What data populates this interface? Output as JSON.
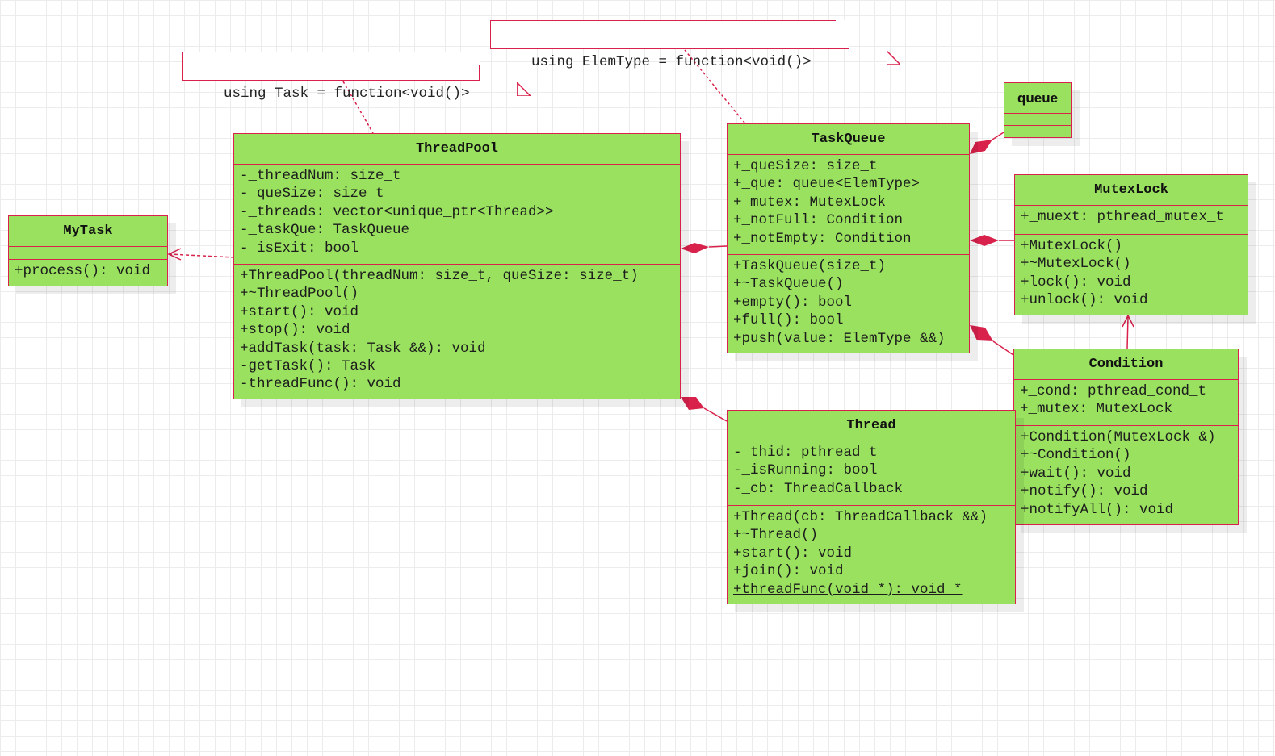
{
  "notes": {
    "task_alias": "using Task = function<void()>",
    "elem_alias": "using ElemType = function<void()>"
  },
  "classes": {
    "mytask": {
      "name": "MyTask",
      "attributes": [],
      "methods": [
        "+process(): void"
      ]
    },
    "threadpool": {
      "name": "ThreadPool",
      "attributes": [
        "-_threadNum: size_t",
        "-_queSize: size_t",
        "-_threads: vector<unique_ptr<Thread>>",
        "-_taskQue: TaskQueue",
        "-_isExit: bool"
      ],
      "methods": [
        "+ThreadPool(threadNum: size_t, queSize: size_t)",
        "+~ThreadPool()",
        "+start(): void",
        "+stop(): void",
        "+addTask(task: Task &&): void",
        "-getTask(): Task",
        "-threadFunc(): void"
      ]
    },
    "taskqueue": {
      "name": "TaskQueue",
      "attributes": [
        "+_queSize: size_t",
        "+_que: queue<ElemType>",
        "+_mutex: MutexLock",
        "+_notFull: Condition",
        "+_notEmpty: Condition"
      ],
      "methods": [
        "+TaskQueue(size_t)",
        "+~TaskQueue()",
        "+empty(): bool",
        "+full(): bool",
        "+push(value: ElemType &&)"
      ]
    },
    "queue": {
      "name": "queue",
      "attributes": [],
      "methods": []
    },
    "mutexlock": {
      "name": "MutexLock",
      "attributes": [
        "+_muext: pthread_mutex_t"
      ],
      "methods": [
        "+MutexLock()",
        "+~MutexLock()",
        "+lock(): void",
        "+unlock(): void"
      ]
    },
    "condition": {
      "name": "Condition",
      "attributes": [
        "+_cond: pthread_cond_t",
        "+_mutex: MutexLock"
      ],
      "methods": [
        "+Condition(MutexLock &)",
        "+~Condition()",
        "+wait(): void",
        "+notify(): void",
        "+notifyAll(): void"
      ]
    },
    "thread": {
      "name": "Thread",
      "attributes": [
        "-_thid: pthread_t",
        "-_isRunning: bool",
        "-_cb: ThreadCallback"
      ],
      "methods": [
        "+Thread(cb: ThreadCallback &&)",
        "+~Thread()",
        "+start(): void",
        "+join(): void",
        "+threadFunc(void *): void *"
      ],
      "static_methods": [
        4
      ]
    }
  },
  "relations": [
    {
      "from": "threadpool",
      "to": "mytask",
      "kind": "dependency"
    },
    {
      "from": "taskqueue",
      "to": "threadpool",
      "kind": "composition"
    },
    {
      "from": "thread",
      "to": "threadpool",
      "kind": "composition"
    },
    {
      "from": "queue",
      "to": "taskqueue",
      "kind": "composition"
    },
    {
      "from": "mutexlock",
      "to": "taskqueue",
      "kind": "composition"
    },
    {
      "from": "condition",
      "to": "taskqueue",
      "kind": "composition"
    },
    {
      "from": "condition",
      "to": "mutexlock",
      "kind": "association"
    },
    {
      "from": "task_alias",
      "to": "threadpool",
      "kind": "note-link"
    },
    {
      "from": "elem_alias",
      "to": "taskqueue",
      "kind": "note-link"
    }
  ],
  "colors": {
    "class_fill": "#99e15f",
    "border": "#d8214b",
    "note_fill": "#ffffff"
  }
}
